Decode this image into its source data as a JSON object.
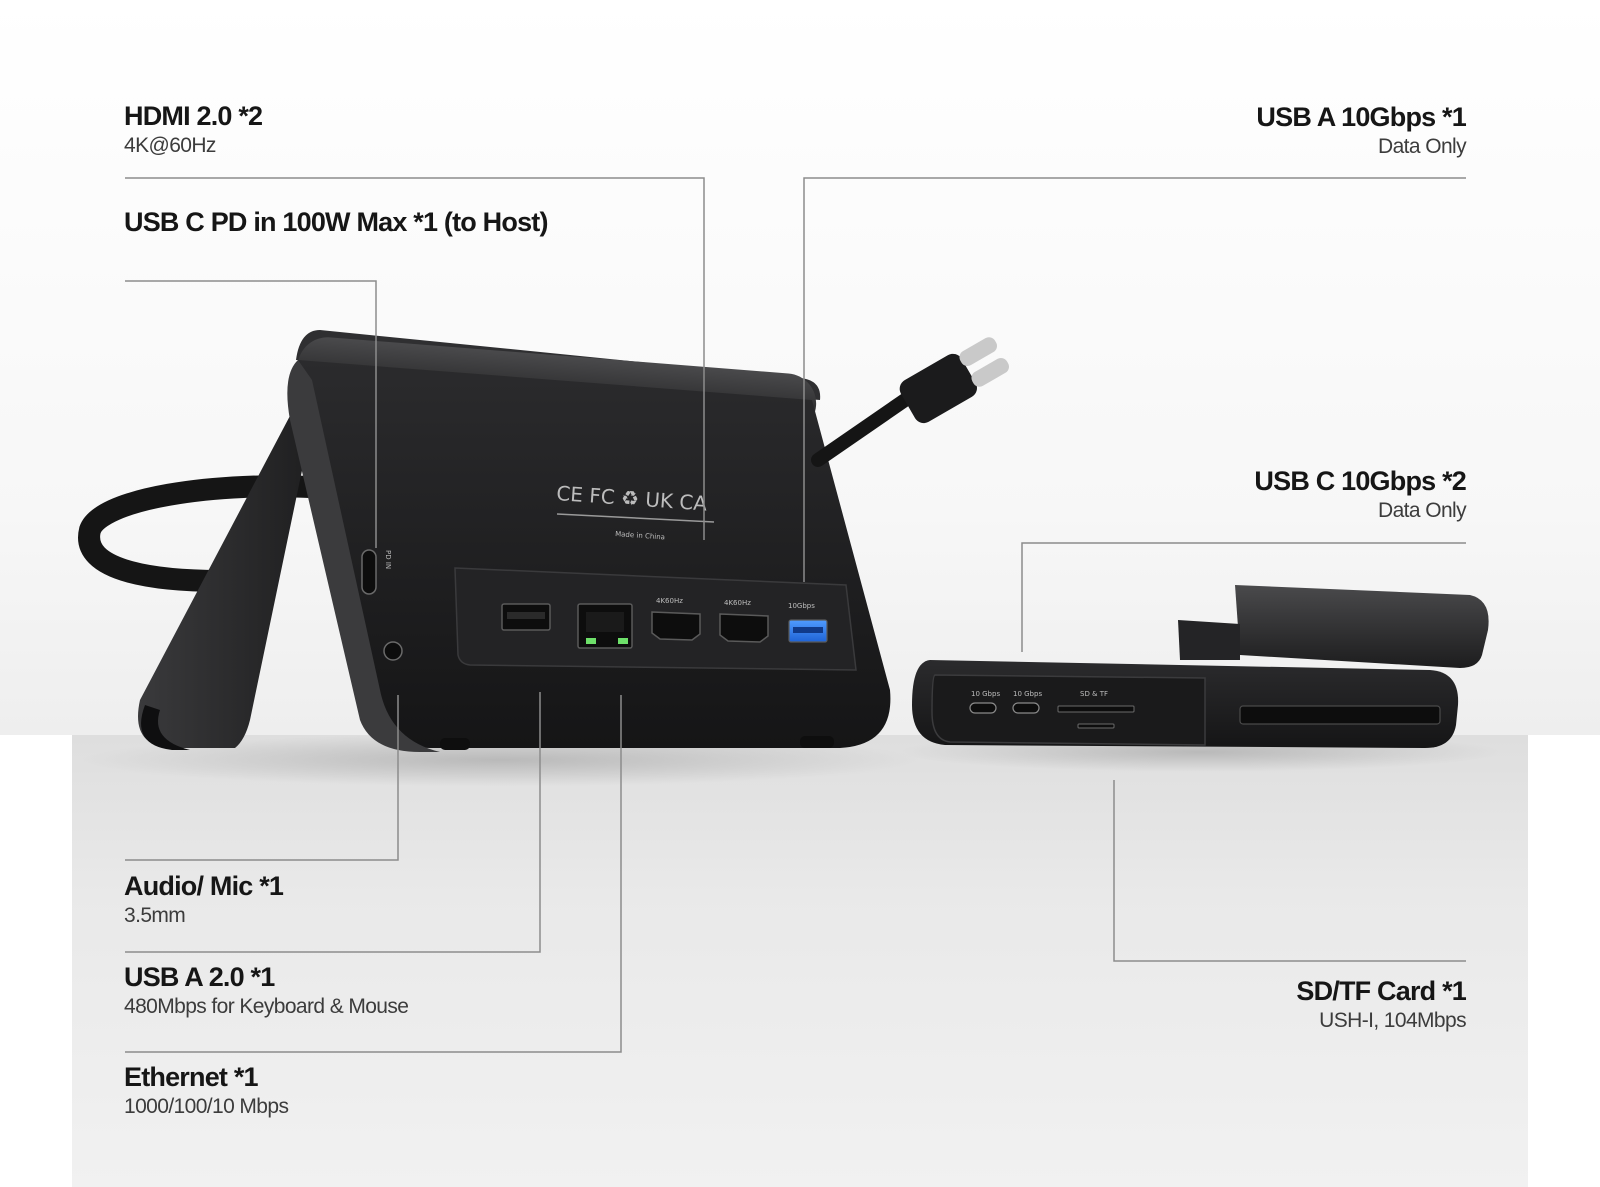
{
  "callouts": {
    "hdmi": {
      "title": "HDMI 2.0 *2",
      "sub": "4K@60Hz"
    },
    "usbc_pd": {
      "title": "USB C PD in 100W Max *1 (to Host)",
      "sub": ""
    },
    "usba_10": {
      "title": "USB A 10Gbps *1",
      "sub": "Data Only"
    },
    "usbc_10": {
      "title": "USB C 10Gbps *2",
      "sub": "Data Only"
    },
    "audio": {
      "title": "Audio/ Mic *1",
      "sub": "3.5mm"
    },
    "usba_20": {
      "title": "USB A 2.0 *1",
      "sub": "480Mbps for Keyboard & Mouse"
    },
    "ethernet": {
      "title": "Ethernet *1",
      "sub": "1000/100/10 Mbps"
    },
    "sdtf": {
      "title": "SD/TF Card *1",
      "sub": "USH-I, 104Mbps"
    }
  },
  "device": {
    "certifications": "CE FC ♻ UK CA",
    "made_in": "Made in China",
    "pd_label": "PD IN",
    "port_labels": [
      "4K60Hz",
      "4K60Hz",
      "10Gbps"
    ],
    "side_port_labels": [
      "10 Gbps",
      "10 Gbps",
      "SD & TF"
    ]
  }
}
